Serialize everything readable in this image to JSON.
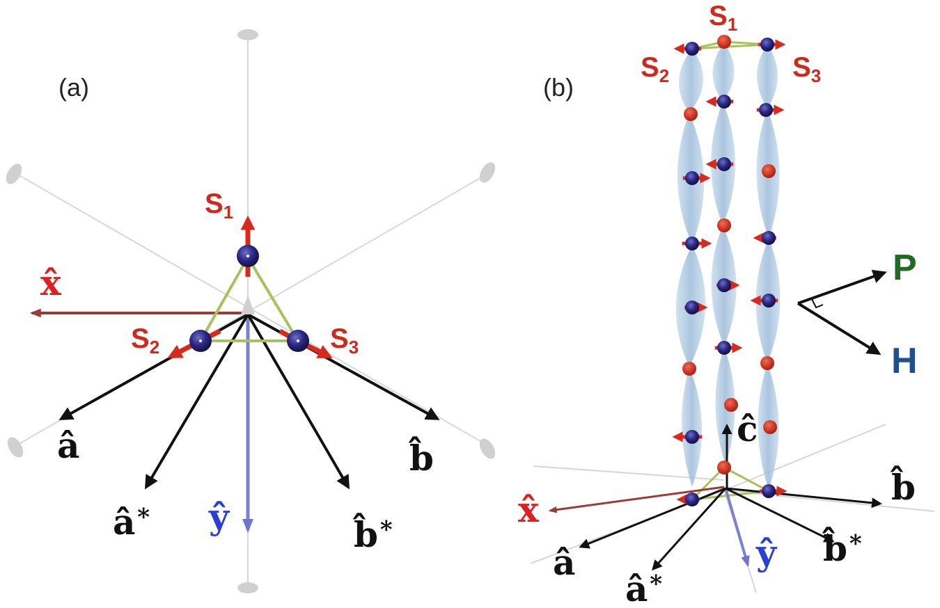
{
  "colors": {
    "spin": "#cc2a1c",
    "x_axis": "#e02020",
    "y_axis": "#2a3fd4",
    "black": "#111111",
    "triangle": "#a6c25a",
    "guide": "#d4d4d4",
    "atom": "#1c1a6e",
    "envelope": "#a9c6e2",
    "p_vector": "#1f6b22",
    "h_vector": "#1f4f8e"
  },
  "panel_a": {
    "tag": "(a)",
    "spins": [
      {
        "main": "S",
        "sub": "1"
      },
      {
        "main": "S",
        "sub": "2"
      },
      {
        "main": "S",
        "sub": "3"
      }
    ],
    "axes": {
      "x": "x̂",
      "y": "ŷ",
      "a": "â",
      "a_star": "â",
      "b": "b̂",
      "b_star": "b̂",
      "star_mark": "∗"
    }
  },
  "panel_b": {
    "tag": "(b)",
    "spins": [
      {
        "main": "S",
        "sub": "1"
      },
      {
        "main": "S",
        "sub": "2"
      },
      {
        "main": "S",
        "sub": "3"
      }
    ],
    "axes": {
      "x": "x̂",
      "y": "ŷ",
      "a": "â",
      "a_star": "â",
      "b": "b̂",
      "b_star": "b̂",
      "c": "ĉ",
      "star_mark": "∗"
    },
    "vectors": {
      "p": "P",
      "h": "H"
    }
  }
}
